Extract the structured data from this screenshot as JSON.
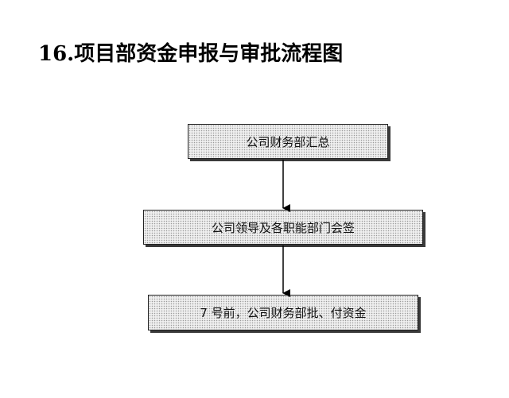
{
  "title": "16.项目部资金申报与审批流程图",
  "steps": [
    {
      "label": "公司财务部汇总"
    },
    {
      "label": "公司领导及各职能部门会签"
    },
    {
      "label": "7 号前，公司财务部批、付资金"
    }
  ],
  "colors": {
    "box_fill": "#efefef",
    "box_dots": "#9a9a9a",
    "border": "#222222",
    "shadow": "#3a3a3a",
    "arrow": "#000000"
  }
}
